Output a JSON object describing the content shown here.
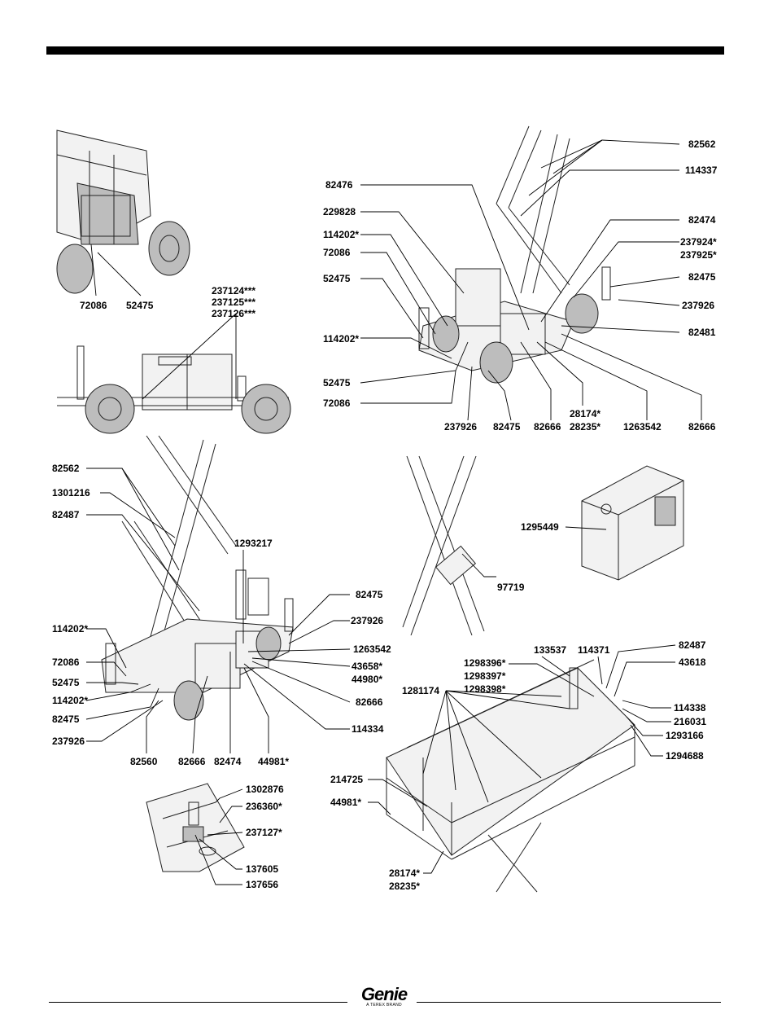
{
  "brand": {
    "name": "Genie",
    "tagline": "A TEREX BRAND"
  },
  "labels": {
    "tl_72086": "72086",
    "tl_52475": "52475",
    "tl_237124": "237124***",
    "tl_237125": "237125***",
    "tl_237126": "237126***",
    "tr_82562": "82562",
    "tr_114337": "114337",
    "tr_82476": "82476",
    "tr_229828": "229828",
    "tr_82474": "82474",
    "tr_114202a": "114202*",
    "tr_237924": "237924*",
    "tr_237925": "237925*",
    "tr_72086": "72086",
    "tr_82475a": "82475",
    "tr_52475": "52475",
    "tr_237926a": "237926",
    "tr_82481": "82481",
    "tr_114202b": "114202*",
    "tr_52475b": "52475",
    "tr_72086b": "72086",
    "tr_28174": "28174*",
    "tr_28235": "28235*",
    "tr_237926b": "237926",
    "tr_82475b": "82475",
    "tr_82666a": "82666",
    "tr_1263542": "1263542",
    "tr_82666b": "82666",
    "ml_82562": "82562",
    "ml_1301216": "1301216",
    "ml_82487": "82487",
    "ml_1293217": "1293217",
    "ml_82475a": "82475",
    "ml_237926a": "237926",
    "ml_114202a": "114202*",
    "ml_1263542": "1263542",
    "ml_72086": "72086",
    "ml_43658": "43658*",
    "ml_44980": "44980*",
    "ml_52475": "52475",
    "ml_114202b": "114202*",
    "ml_82666a": "82666",
    "ml_82475b": "82475",
    "ml_114334": "114334",
    "ml_237926b": "237926",
    "ml_82560": "82560",
    "ml_82666b": "82666",
    "ml_82474": "82474",
    "ml_44981": "44981*",
    "mr_1295449": "1295449",
    "mr_97719": "97719",
    "bl_1302876": "1302876",
    "bl_236360": "236360*",
    "bl_237127": "237127*",
    "bl_137605": "137605",
    "bl_137656": "137656",
    "br_133537": "133537",
    "br_114371": "114371",
    "br_82487": "82487",
    "br_1298396": "1298396*",
    "br_43618": "43618",
    "br_1298397": "1298397*",
    "br_1298398": "1298398*",
    "br_1281174": "1281174",
    "br_114338": "114338",
    "br_216031": "216031",
    "br_1293166": "1293166",
    "br_1294688": "1294688",
    "br_214725": "214725",
    "br_44981": "44981*",
    "br_28174": "28174*",
    "br_28235": "28235*"
  }
}
